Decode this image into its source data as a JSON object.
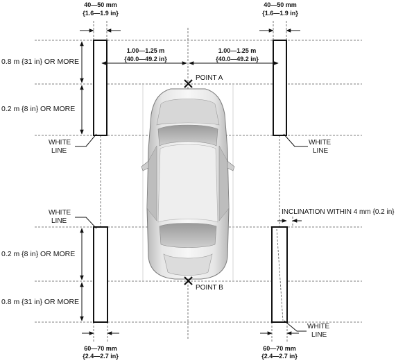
{
  "labels": {
    "top_left_width": "40—50 mm",
    "top_left_width_in": "{1.6—1.9 in}",
    "top_right_width": "40—50 mm",
    "top_right_width_in": "{1.6—1.9 in}",
    "left_spacing": "1.00—1.25 m",
    "left_spacing_in": "{40.0—49.2 in}",
    "right_spacing": "1.00—1.25 m",
    "right_spacing_in": "{40.0—49.2 in}",
    "point_a": "POINT A",
    "point_b": "POINT B",
    "top_length_1": "0.8 m {31 in} OR MORE",
    "top_length_2": "0.2 m {8 in} OR MORE",
    "bottom_length_1": "0.2 m {8 in} OR MORE",
    "bottom_length_2": "0.8 m {31 in} OR MORE",
    "white_line_tl_1": "WHITE",
    "white_line_tl_2": "LINE",
    "white_line_tr_1": "WHITE",
    "white_line_tr_2": "LINE",
    "white_line_bl_1": "WHITE",
    "white_line_bl_2": "LINE",
    "white_line_br_1": "WHITE",
    "white_line_br_2": "LINE",
    "inclination": "INCLINATION WITHIN 4 mm {0.2 in}",
    "bottom_left_width": "60—70 mm",
    "bottom_left_width_in": "{2.4—2.7 in}",
    "bottom_right_width": "60—70 mm",
    "bottom_right_width_in": "{2.4—2.7 in}"
  }
}
